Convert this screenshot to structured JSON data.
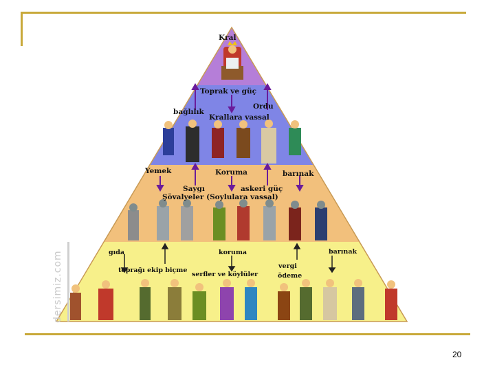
{
  "slide": {
    "page_number": "20",
    "watermark": "dersimiz.com"
  },
  "pyramid": {
    "colors": {
      "tier1": "#b57ed8",
      "tier2": "#7f85e6",
      "tier3": "#f2c07c",
      "tier4": "#f7f08a",
      "edge": "#c89a55"
    },
    "king": "Kral",
    "tier1": {
      "left": "Toprak ve güç",
      "right_top": "Ordu",
      "loyalty": "bağlılık",
      "vassal": "Krallara vassal"
    },
    "tier2": {
      "food": "Yemek",
      "protection": "Koruma",
      "shelter": "barınak",
      "respect": "Saygı",
      "military": "askeri güç",
      "knights": "Şövalyeler (Soylulara vassal)"
    },
    "tier3": {
      "grain": "gıda",
      "protection": "koruma",
      "shelter": "barınak",
      "farming": "toprağı ekip biçme",
      "serfs": "serfler ve köylüler",
      "tax_line1": "vergi",
      "tax_line2": "ödeme"
    }
  }
}
